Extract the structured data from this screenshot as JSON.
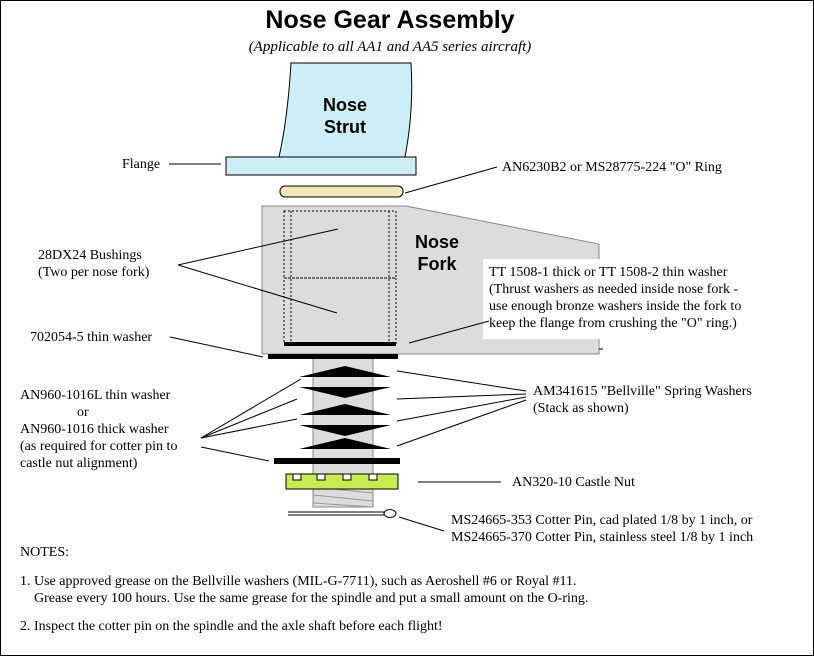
{
  "title": "Nose Gear Assembly",
  "subtitle": "(Applicable to all AA1 and AA5 series aircraft)",
  "parts": {
    "strut": [
      "Nose",
      "Strut"
    ],
    "fork": [
      "Nose",
      "Fork"
    ]
  },
  "labels": {
    "flange": "Flange",
    "o_ring": "AN6230B2 or MS28775-224 \"O\" Ring",
    "bushings": [
      "28DX24 Bushings",
      "(Two per nose fork)"
    ],
    "thrust_washer": [
      "TT 1508-1 thick or TT 1508-2 thin washer",
      "(Thrust washers as needed inside nose fork -",
      "use enough bronze washers inside the fork to",
      "keep the flange from crushing the \"O\" ring.)"
    ],
    "thin_washer": "702054-5 thin washer",
    "an960": [
      "AN960-1016L thin washer",
      "or",
      "AN960-1016 thick washer",
      "(as required for cotter pin to",
      "castle nut alignment)"
    ],
    "bellville": [
      "AM341615 \"Bellville\" Spring Washers",
      "(Stack as shown)"
    ],
    "castle_nut": "AN320-10 Castle Nut",
    "cotter_pin": [
      "MS24665-353 Cotter Pin, cad plated 1/8 by 1 inch, or",
      "MS24665-370 Cotter Pin, stainless steel 1/8 by 1 inch"
    ]
  },
  "notes": {
    "heading": "NOTES:",
    "items": [
      [
        "1. Use approved grease on the Bellville washers (MIL-G-7711), such as Aeroshell #6 or Royal #11.",
        "    Grease every 100 hours. Use the same grease for the spindle and put a small amount on the O-ring."
      ],
      [
        "2. Inspect the cotter pin on the spindle and the axle shaft before each flight!"
      ]
    ]
  },
  "colors": {
    "strut": "#cdeef6",
    "fork": "#dcdcdc",
    "o_ring": "#f3e6b8",
    "castle_nut": "#c8ec4e",
    "spring_washer": "#000000"
  }
}
